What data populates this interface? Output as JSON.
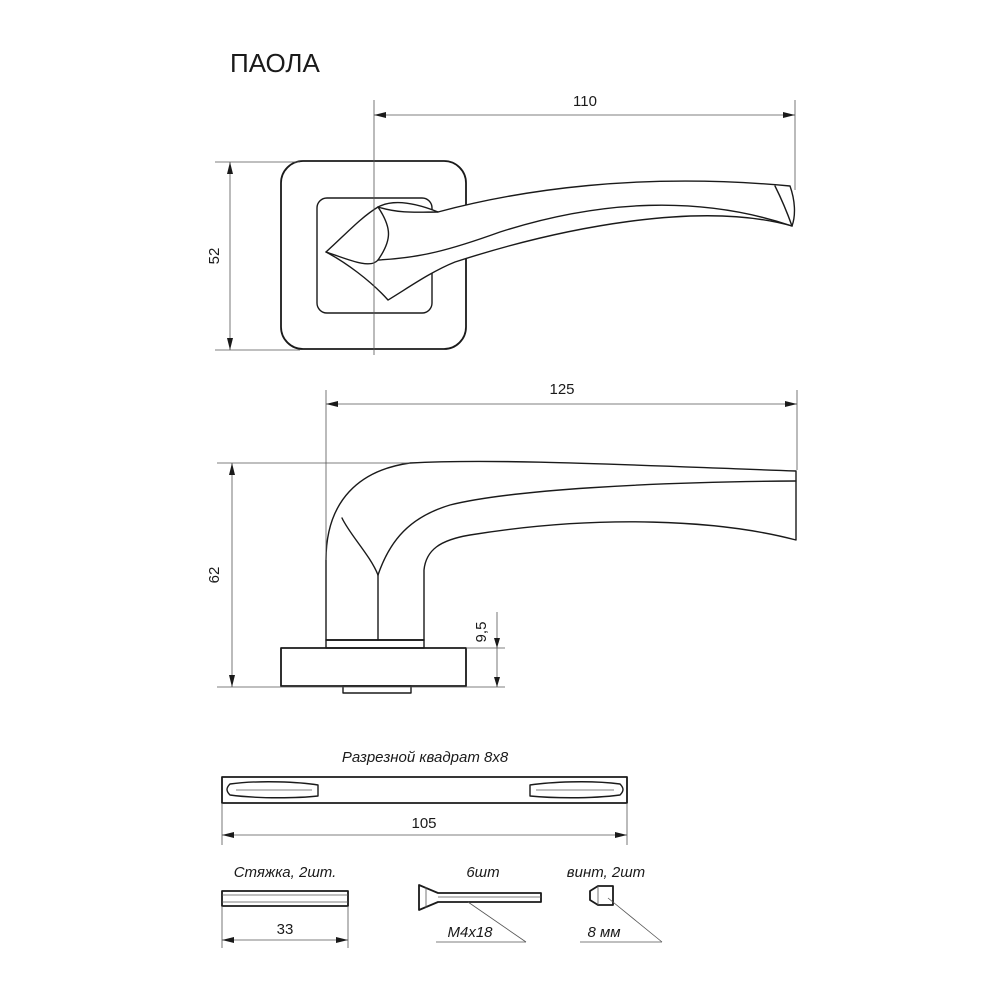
{
  "title": "ПАОЛА",
  "top_view": {
    "width_dim": "110",
    "height_dim": "52"
  },
  "side_view": {
    "width_dim": "125",
    "height_dim": "62",
    "rose_dim": "9,5"
  },
  "spindle": {
    "caption": "Разрезной квадрат 8х8",
    "length_dim": "105"
  },
  "parts": {
    "tie_caption": "Стяжка, 2шт.",
    "tie_dim": "33",
    "screw_count": "6шт",
    "screw_size": "М4х18",
    "set_screw_caption": "винт, 2шт",
    "set_screw_size": "8 мм"
  }
}
